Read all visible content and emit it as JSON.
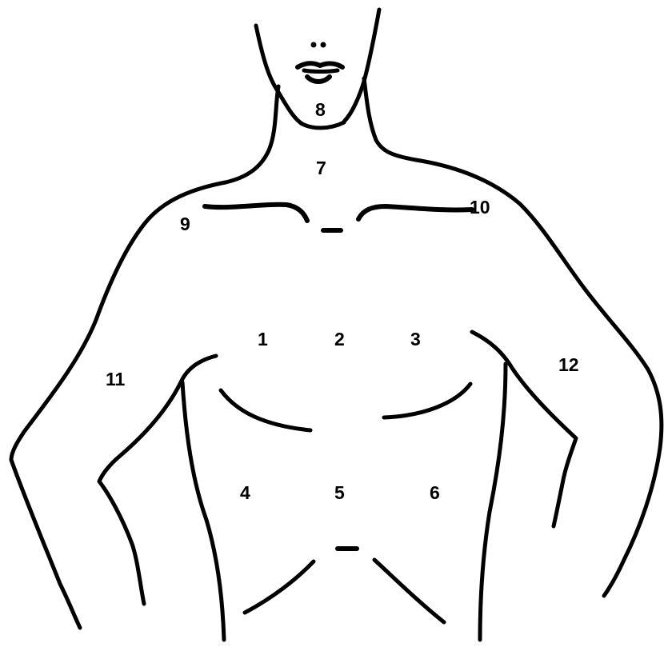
{
  "regions": [
    {
      "id": "1",
      "label": "1"
    },
    {
      "id": "2",
      "label": "2"
    },
    {
      "id": "3",
      "label": "3"
    },
    {
      "id": "4",
      "label": "4"
    },
    {
      "id": "5",
      "label": "5"
    },
    {
      "id": "6",
      "label": "6"
    },
    {
      "id": "7",
      "label": "7"
    },
    {
      "id": "8",
      "label": "8"
    },
    {
      "id": "9",
      "label": "9"
    },
    {
      "id": "10",
      "label": "10"
    },
    {
      "id": "11",
      "label": "11"
    },
    {
      "id": "12",
      "label": "12"
    }
  ],
  "colors": {
    "line": "#000000",
    "background": "#ffffff"
  }
}
